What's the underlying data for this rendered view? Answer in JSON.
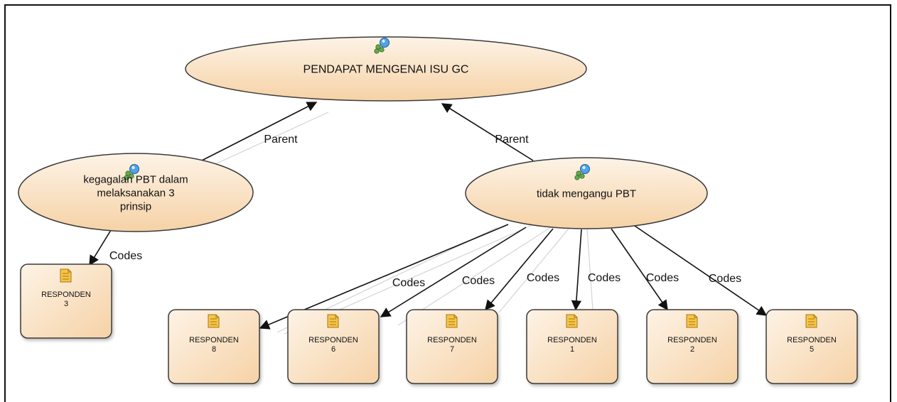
{
  "diagram": {
    "colors": {
      "node_fill_light": "#fdf3e6",
      "node_fill_dark": "#f6d2a6",
      "node_stroke": "#3a3a3a",
      "edge": "#111111",
      "ghost_edge": "#d4d4d4"
    },
    "themes": [
      {
        "id": "pendapat",
        "lines": [
          "PENDAPAT MENGENAI ISU GC"
        ]
      },
      {
        "id": "kegagalan",
        "lines": [
          "kegagalan PBT dalam",
          "melaksanakan 3",
          "prinsip"
        ]
      },
      {
        "id": "tidak",
        "lines": [
          "tidak mengangu PBT"
        ]
      }
    ],
    "cases": [
      {
        "id": "r3",
        "lines": [
          "RESPONDEN",
          "3"
        ]
      },
      {
        "id": "r8",
        "lines": [
          "RESPONDEN",
          "8"
        ]
      },
      {
        "id": "r6",
        "lines": [
          "RESPONDEN",
          "6"
        ]
      },
      {
        "id": "r7",
        "lines": [
          "RESPONDEN",
          "7"
        ]
      },
      {
        "id": "r1",
        "lines": [
          "RESPONDEN",
          "1"
        ]
      },
      {
        "id": "r2",
        "lines": [
          "RESPONDEN",
          "2"
        ]
      },
      {
        "id": "r5",
        "lines": [
          "RESPONDEN",
          "5"
        ]
      }
    ],
    "edges": [
      {
        "from": "kegagalan",
        "to": "pendapat",
        "label": "Parent"
      },
      {
        "from": "tidak",
        "to": "pendapat",
        "label": "Parent"
      },
      {
        "from": "kegagalan",
        "to": "r3",
        "label": "Codes"
      },
      {
        "from": "tidak",
        "to": "r8",
        "label": "Codes"
      },
      {
        "from": "tidak",
        "to": "r6",
        "label": "Codes"
      },
      {
        "from": "tidak",
        "to": "r7",
        "label": "Codes"
      },
      {
        "from": "tidak",
        "to": "r1",
        "label": "Codes"
      },
      {
        "from": "tidak",
        "to": "r2",
        "label": "Codes"
      },
      {
        "from": "tidak",
        "to": "r5",
        "label": "Codes"
      }
    ]
  }
}
